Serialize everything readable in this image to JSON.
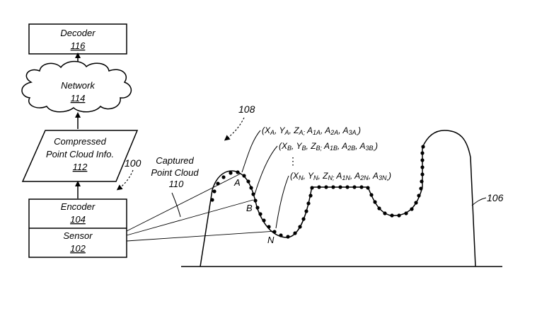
{
  "blocks": {
    "decoder": {
      "name": "Decoder",
      "ref": "116"
    },
    "network": {
      "name": "Network",
      "ref": "114"
    },
    "compressed": {
      "line1": "Compressed",
      "line2": "Point Cloud Info.",
      "ref": "112"
    },
    "encoder": {
      "name": "Encoder",
      "ref": "104"
    },
    "sensor": {
      "name": "Sensor",
      "ref": "102"
    }
  },
  "labels": {
    "system_ref": "100",
    "captured_line1": "Captured",
    "captured_line2": "Point Cloud",
    "captured_ref": "110",
    "point_cloud_ref": "108",
    "object_ref": "106",
    "point_a": "A",
    "point_b": "B",
    "point_n": "N",
    "ellipsis": "⋮"
  },
  "tuples": {
    "a": {
      "x": "X",
      "x_sub": "A",
      "y": "Y",
      "y_sub": "A",
      "z": "Z",
      "z_sub": "A;",
      "a1": "A",
      "a1_sub": "1A",
      "a2": "A",
      "a2_sub": "2A",
      "a3": "A",
      "a3_sub": "3A,"
    },
    "b": {
      "x": "X",
      "x_sub": "B",
      "y": "Y",
      "y_sub": "B",
      "z": "Z",
      "z_sub": "B;",
      "a1": "A",
      "a1_sub": "1B",
      "a2": "A",
      "a2_sub": "2B",
      "a3": "A",
      "a3_sub": "3B,"
    },
    "n": {
      "x": "X",
      "x_sub": "N",
      "y": "Y",
      "y_sub": "N",
      "z": "Z",
      "z_sub": "N;",
      "a1": "A",
      "a1_sub": "1N",
      "a2": "A",
      "a2_sub": "2N",
      "a3": "A",
      "a3_sub": "3N,"
    }
  }
}
